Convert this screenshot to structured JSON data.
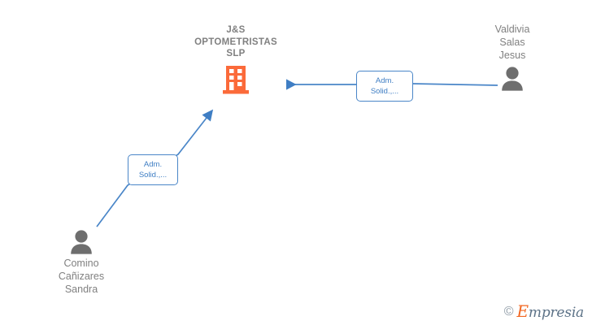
{
  "company": {
    "name": "J&S\nOPTOMETRISTAS\nSLP",
    "icon": "building-icon",
    "color": "#fb6a3a"
  },
  "people": [
    {
      "name": "Valdivia\nSalas\nJesus",
      "icon": "person-icon",
      "color": "#6e6e6e",
      "position": "right"
    },
    {
      "name": "Comino\nCañizares\nSandra",
      "icon": "person-icon",
      "color": "#6e6e6e",
      "position": "bottom-left"
    }
  ],
  "relations": [
    {
      "label": "Adm.\nSolid.,...",
      "from": "Valdivia Salas Jesus",
      "to": "J&S OPTOMETRISTAS SLP",
      "color": "#4a86c8"
    },
    {
      "label": "Adm.\nSolid.,...",
      "from": "Comino Cañizares Sandra",
      "to": "J&S OPTOMETRISTAS SLP",
      "color": "#4a86c8"
    }
  ],
  "watermark": {
    "copyright": "©",
    "brand_initial": "E",
    "brand_rest": "mpresia",
    "accent_color": "#f26722"
  }
}
